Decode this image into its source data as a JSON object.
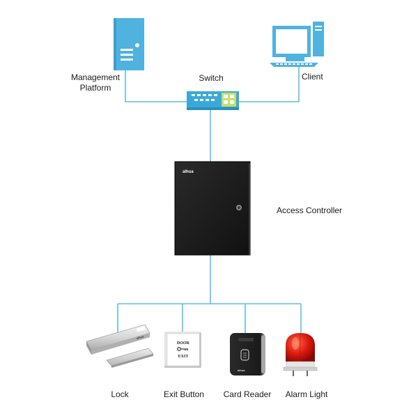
{
  "diagram": {
    "nodes": {
      "management_platform": {
        "label_line1": "Management",
        "label_line2": "Platform",
        "icon": "server-icon"
      },
      "switch": {
        "label": "Switch",
        "icon": "network-switch-icon"
      },
      "client": {
        "label": "Client",
        "icon": "desktop-computer-icon"
      },
      "access_controller": {
        "label": "Access Controller",
        "icon": "controller-cabinet-icon",
        "brand_mark": "alhua"
      },
      "lock": {
        "label": "Lock",
        "icon": "magnetic-lock-icon",
        "brand_mark": "alhua"
      },
      "exit_button": {
        "label": "Exit Button",
        "icon": "exit-button-icon",
        "panel_text_top": "DOOR",
        "panel_text_bottom": "EXIT"
      },
      "card_reader": {
        "label": "Card Reader",
        "icon": "card-reader-icon",
        "brand_mark": "alhua"
      },
      "alarm_light": {
        "label": "Alarm Light",
        "icon": "alarm-light-icon"
      }
    },
    "colors": {
      "connection_line": "#5bbfe0",
      "server": "#4fb2df",
      "switch_body": "#3aa9d9",
      "switch_port_panel": "#c4e06c",
      "controller": "#1c1c1c",
      "alarm_red": "#d8160c"
    }
  }
}
